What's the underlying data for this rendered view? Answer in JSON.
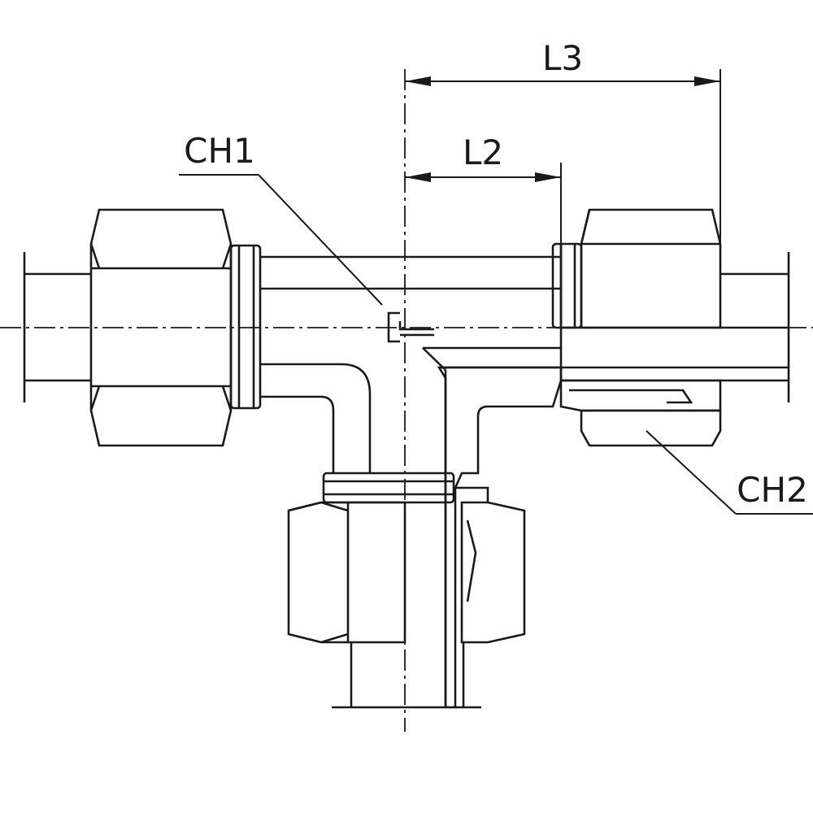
{
  "labels": {
    "l3": "L3",
    "l2": "L2",
    "ch1": "CH1",
    "ch2": "CH2"
  }
}
